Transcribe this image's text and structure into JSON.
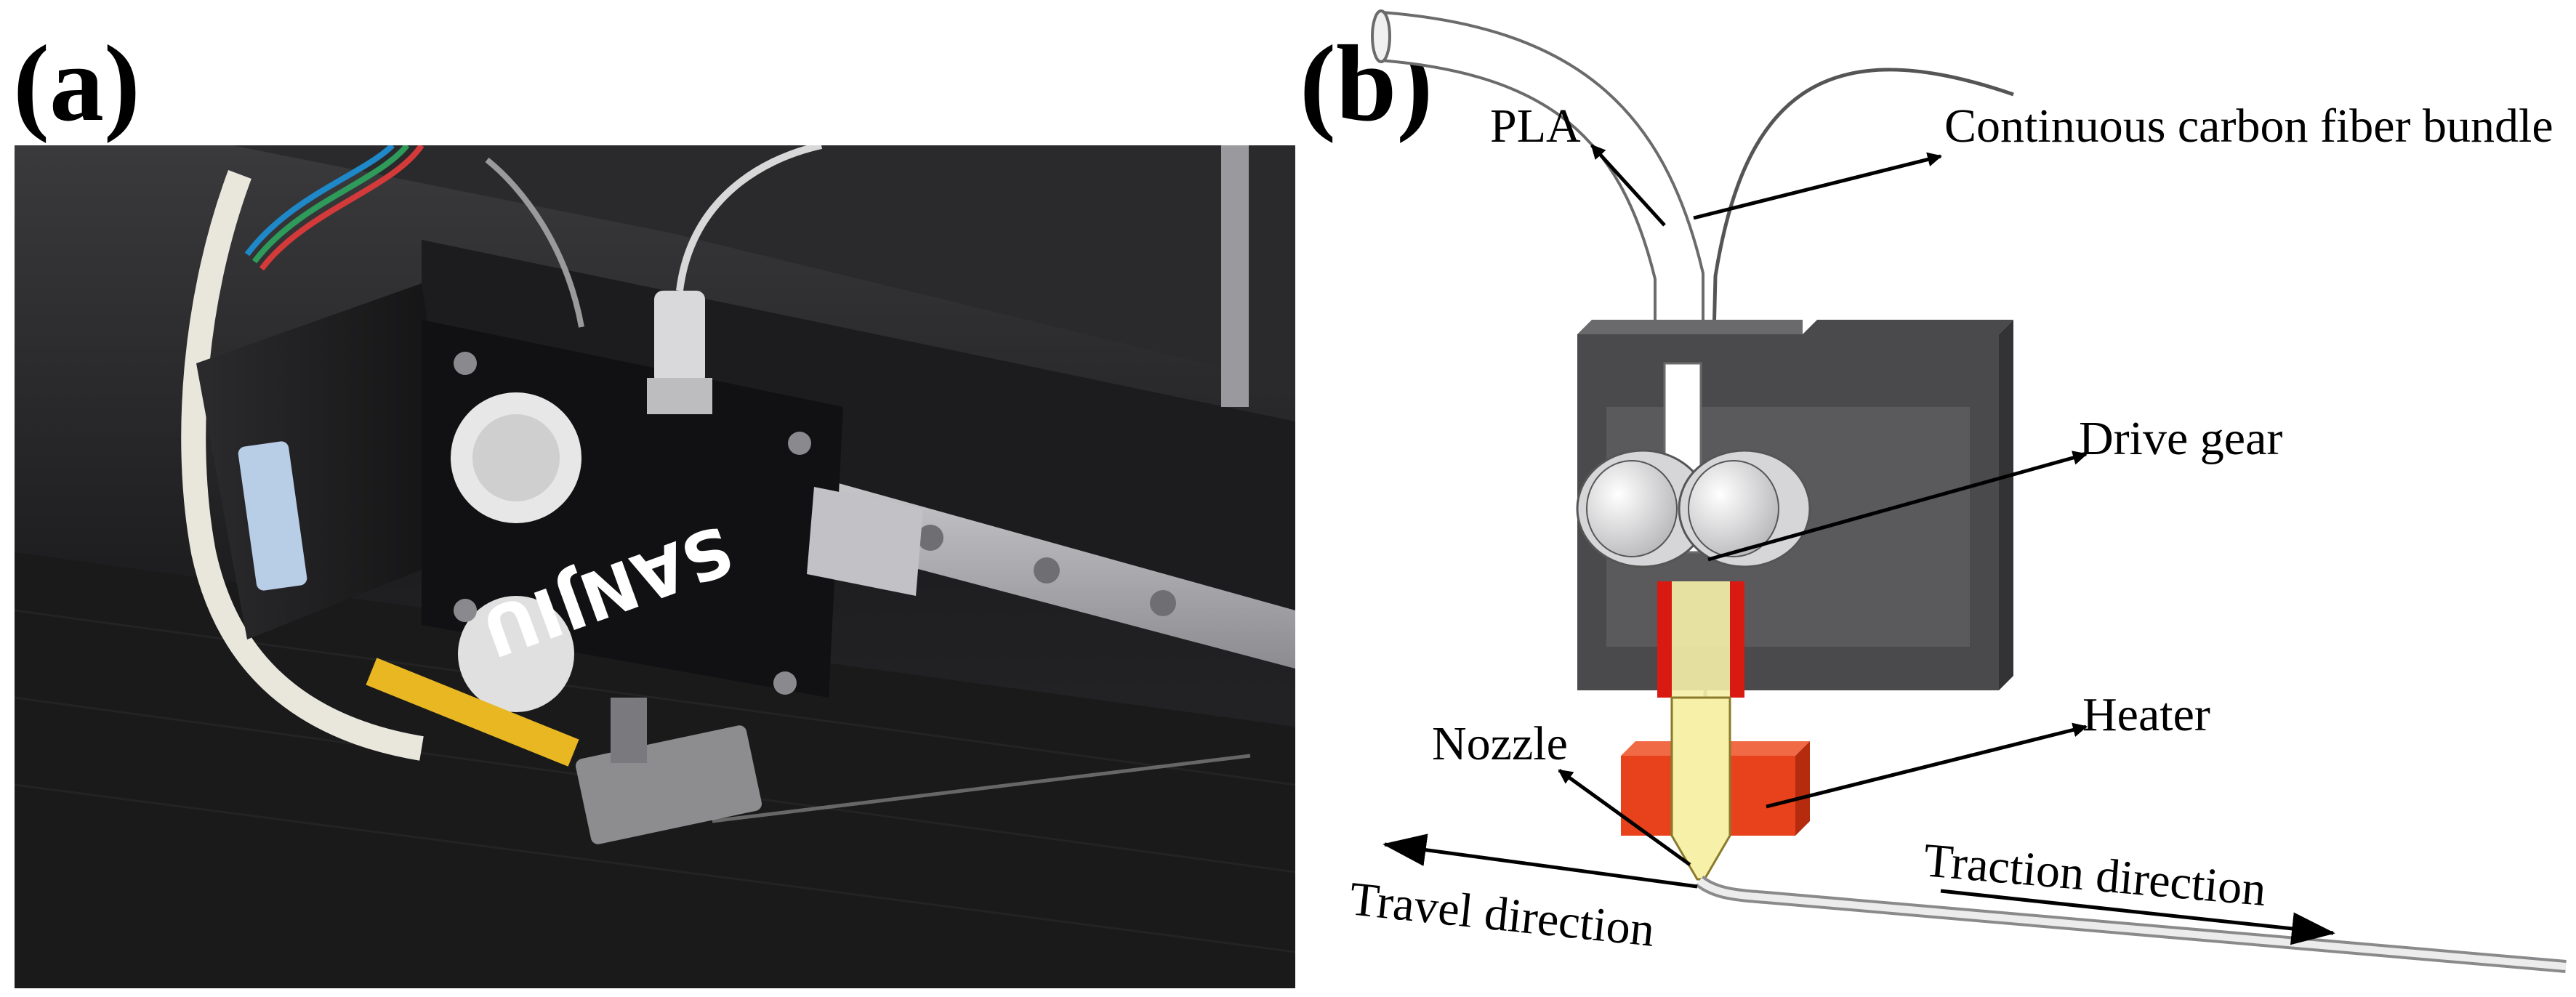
{
  "panels": {
    "a": {
      "label": "(a)"
    },
    "b": {
      "label": "(b)"
    }
  },
  "photo": {
    "brand_text": "SANJIU"
  },
  "diagram": {
    "callouts": {
      "pla": "PLA",
      "fiber": "Continuous carbon fiber bundle",
      "drive_gear": "Drive gear",
      "heater": "Heater",
      "nozzle": "Nozzle",
      "traction": "Traction direction",
      "travel": "Travel direction"
    }
  },
  "colors": {
    "block": "#4a4a4c",
    "heater": "#e8421c",
    "nozzle_tube": "#d91a12",
    "nozzle_tip": "#f6f0a8",
    "roller": "#d6d6d8"
  }
}
